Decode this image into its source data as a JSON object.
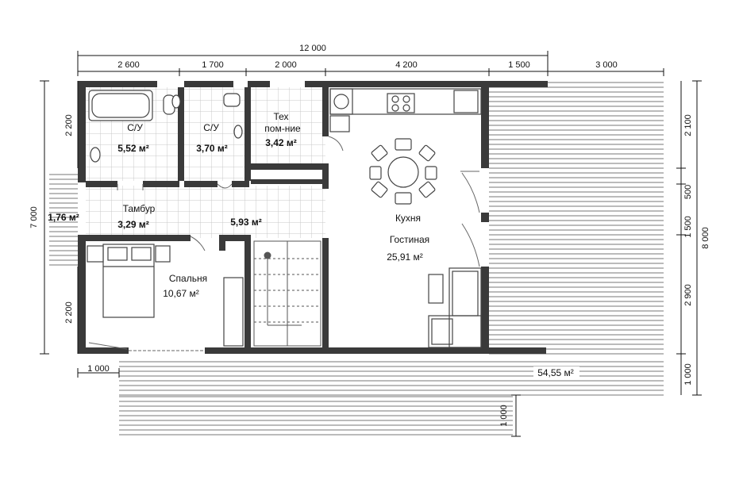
{
  "plan": {
    "dimensions": {
      "top_total": "12 000",
      "top": [
        "2 600",
        "1 700",
        "2 000",
        "4 200",
        "1 500",
        "3 000"
      ],
      "left_total": "7 000",
      "left_top": "2 200",
      "left_bottom": "2 200",
      "right_total": "8 000",
      "right": [
        "2 100",
        "500",
        "1 500",
        "2 900",
        "1 000"
      ],
      "bottom_left": "1 000",
      "bottom_vertical": "1 000"
    },
    "rooms": {
      "bath1": {
        "name": "С/У",
        "area": "5,52 м²"
      },
      "bath2": {
        "name": "С/У",
        "area": "3,70 м²"
      },
      "tech": {
        "name_line1": "Тех",
        "name_line2": "пом-ние",
        "area": "3,42 м²"
      },
      "vestibule": {
        "name": "Тамбур",
        "area": "3,29 м²"
      },
      "porch_left": {
        "area": "1,76 м²"
      },
      "hall": {
        "area": "5,93 м²"
      },
      "kitchen": {
        "name_line1": "Кухня",
        "name_line2": "Гостиная",
        "area": "25,91 м²"
      },
      "bedroom": {
        "name": "Спальня",
        "area": "10,67 м²"
      },
      "terrace": {
        "area": "54,55 м²"
      }
    }
  }
}
